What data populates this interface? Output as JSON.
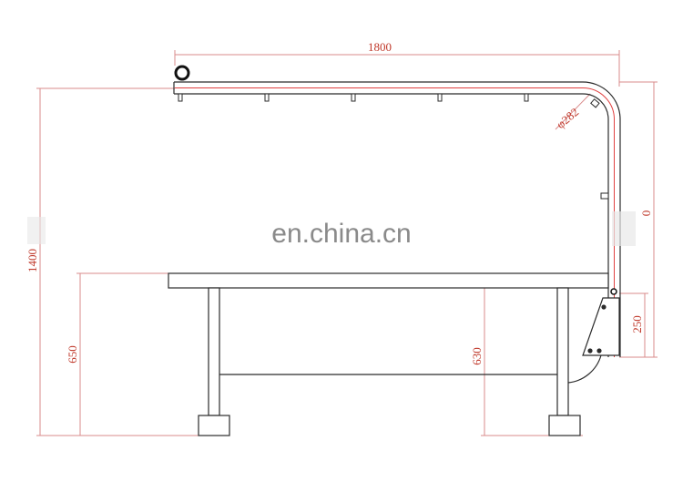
{
  "dimensions": {
    "top_width": "1800",
    "overall_height": "1400",
    "table_height_left": "650",
    "table_height_right": "630",
    "bracket_height": "250",
    "bend_diameter": "φ282",
    "right_side_partial": "0"
  },
  "watermark": "en.china.cn",
  "colors": {
    "dimension_line": "#d98b8b",
    "dimension_text": "#c0392b",
    "outline": "#2b2b2b",
    "rail_center": "#e04040"
  }
}
